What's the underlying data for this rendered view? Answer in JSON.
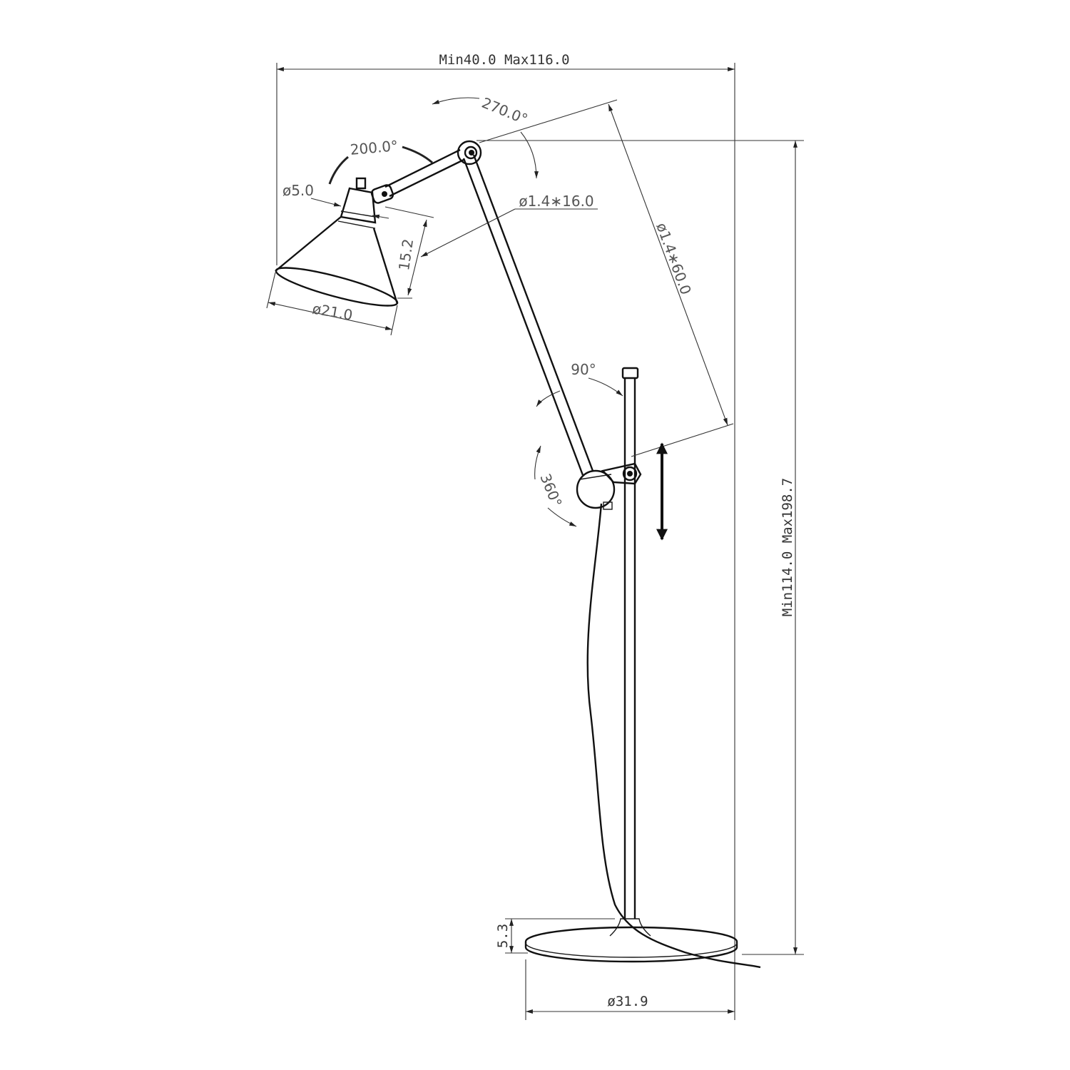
{
  "drawing": {
    "dimensions": {
      "width_range": "Min40.0 Max116.0",
      "height_range": "Min114.0 Max198.7",
      "base_diameter": "ø31.9",
      "base_height": "5.3",
      "shade_diameter": "ø21.0",
      "shade_height": "15.2",
      "socket_diameter": "ø5.0",
      "upper_arm": "ø1.4∗16.0",
      "lower_arm": "ø1.4∗60.0"
    },
    "rotations": {
      "top_joint": "270.0°",
      "shade_joint": "200.0°",
      "arm_pivot": "90°",
      "base_swivel": "360°"
    },
    "colors": {
      "line": "#1a1a1a",
      "dimension": "#333333",
      "background": "#ffffff"
    }
  }
}
